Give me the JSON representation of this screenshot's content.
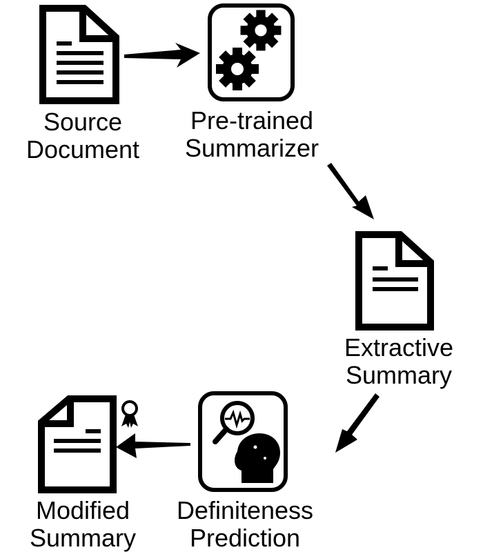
{
  "nodes": {
    "source_document": {
      "line1": "Source",
      "line2": "Document",
      "icon": "document-icon"
    },
    "summarizer": {
      "line1": "Pre-trained",
      "line2": "Summarizer",
      "icon": "gears-icon"
    },
    "extractive_summary": {
      "line1": "Extractive",
      "line2": "Summary",
      "icon": "document-icon"
    },
    "definiteness_prediction": {
      "line1": "Definiteness",
      "line2": "Prediction",
      "icon": "magnifier-head-gears-icon"
    },
    "modified_summary": {
      "line1": "Modified",
      "line2": "Summary",
      "icon": "document-award-icon"
    }
  },
  "colors": {
    "ink": "#000000",
    "background": "#ffffff"
  }
}
